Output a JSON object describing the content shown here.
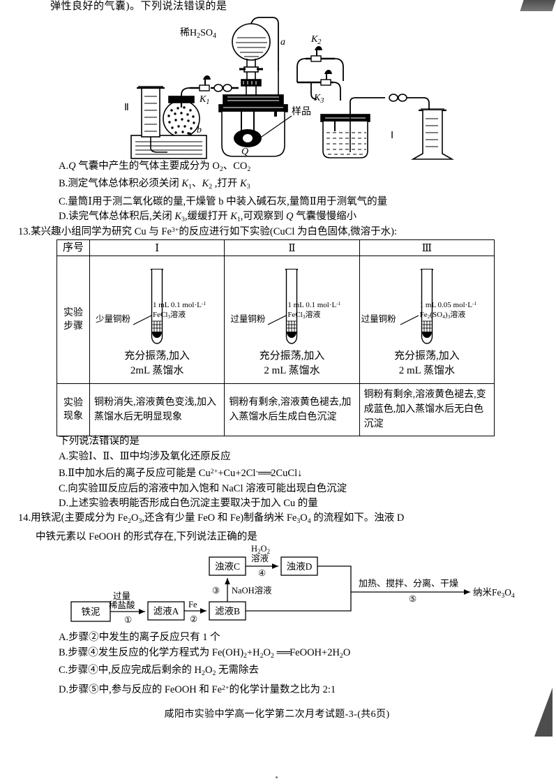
{
  "top_clipped_line": "弹性良好的气囊)。下列说法错误的是",
  "q12": {
    "apparatus": {
      "labels": {
        "acid": "稀H2SO4",
        "tube_a": "a",
        "valve_k1": "K1",
        "valve_k2": "K2",
        "valve_k3": "K3",
        "drying_tube_b": "b",
        "cylinder_2": "Ⅱ",
        "cylinder_1": "Ⅰ",
        "flask_q": "Q",
        "sample": "样品"
      }
    },
    "options": [
      "A.Q 气囊中产生的气体主要成分为 O2、CO2",
      "B.测定气体总体积必须关闭 K1、K2 ,打开 K3",
      "C.量筒Ⅰ用于测二氧化碳的量,干燥管 b 中装入碱石灰,量筒Ⅱ用于测氧气的量",
      "D.读完气体总体积后,关闭 K3,缓缓打开 K1,可观察到 Q 气囊慢慢缩小"
    ]
  },
  "q13": {
    "number": "13.",
    "stem": "某兴趣小组同学为研究 Cu 与 Fe3+的反应进行如下实验(CuCl 为白色固体,微溶于水):",
    "table": {
      "row_labels": [
        "序号",
        "实验步骤",
        "实验现象"
      ],
      "columns": [
        "Ⅰ",
        "Ⅱ",
        "Ⅲ"
      ],
      "steps": [
        {
          "left_label": "少量铜粉",
          "right_label_line1": "1 mL 0.1 mol·L-1",
          "right_label_line2": "FeCl3溶液",
          "caption_line1": "充分振荡,加入",
          "caption_line2": "2mL 蒸馏水"
        },
        {
          "left_label": "过量铜粉",
          "right_label_line1": "1 mL 0.1 mol·L-1",
          "right_label_line2": "FeCl3溶液",
          "caption_line1": "充分振荡,加入",
          "caption_line2": "2 mL 蒸馏水"
        },
        {
          "left_label": "过量铜粉",
          "right_label_line1": "1 mL 0.05 mol·L-1",
          "right_label_line2": "Fe2(SO4)3溶液",
          "caption_line1": "充分振荡,加入",
          "caption_line2": "2 mL 蒸馏水"
        }
      ],
      "phenomena": [
        "铜粉消失,溶液黄色变浅,加入蒸馏水后无明显现象",
        "铜粉有剩余,溶液黄色褪去,加入蒸馏水后生成白色沉淀",
        "铜粉有剩余,溶液黄色褪去,变成蓝色,加入蒸馏水后无白色沉淀"
      ]
    },
    "prompt": "下列说法错误的是",
    "options": [
      "A.实验Ⅰ、Ⅱ、Ⅲ中均涉及氧化还原反应",
      "B.Ⅱ中加水后的离子反应可能是 Cu2++Cu+2Cl-══2CuCl↓",
      "C.向实验Ⅲ反应后的溶液中加入饱和 NaCl 溶液可能出现白色沉淀",
      "D.上述实验表明能否形成白色沉淀主要取决于加入 Cu 的量"
    ]
  },
  "q14": {
    "number": "14.",
    "stem_line1": "用铁泥(主要成分为 Fe2O3,还含有少量 FeO 和 Fe)制备纳米 Fe3O4 的流程如下。浊液 D",
    "stem_line2": "中铁元素以 FeOOH 的形式存在,下列说法正确的是",
    "flow": {
      "nodes": [
        "铁泥",
        "滤液A",
        "滤液B",
        "浊液C",
        "浊液D"
      ],
      "product": "纳米Fe3O4",
      "arrow1_label_top": "过量",
      "arrow1_label_bottom": "稀盐酸",
      "arrow1_step": "①",
      "arrow2_label": "Fe",
      "arrow2_step": "②",
      "arrow3_step": "③",
      "arrow3_label": "NaOH溶液",
      "arrow4_label_top": "H2O2",
      "arrow4_label_bottom": "溶液",
      "arrow4_step": "④",
      "arrow5_label": "加热、搅拌、分离、干燥",
      "arrow5_step": "⑤"
    },
    "options": [
      "A.步骤②中发生的离子反应只有 1 个",
      "B.步骤④发生反应的化学方程式为 Fe(OH)2+H2O2══FeOOH+2H2O",
      "C.步骤④中,反应完成后剩余的 H2O2 无需除去",
      "D.步骤⑤中,参与反应的 FeOOH 和 Fe2+的化学计量数之比为 2:1"
    ]
  },
  "footer": "咸阳市实验中学高一化学第二次月考试题-3-(共6页)"
}
